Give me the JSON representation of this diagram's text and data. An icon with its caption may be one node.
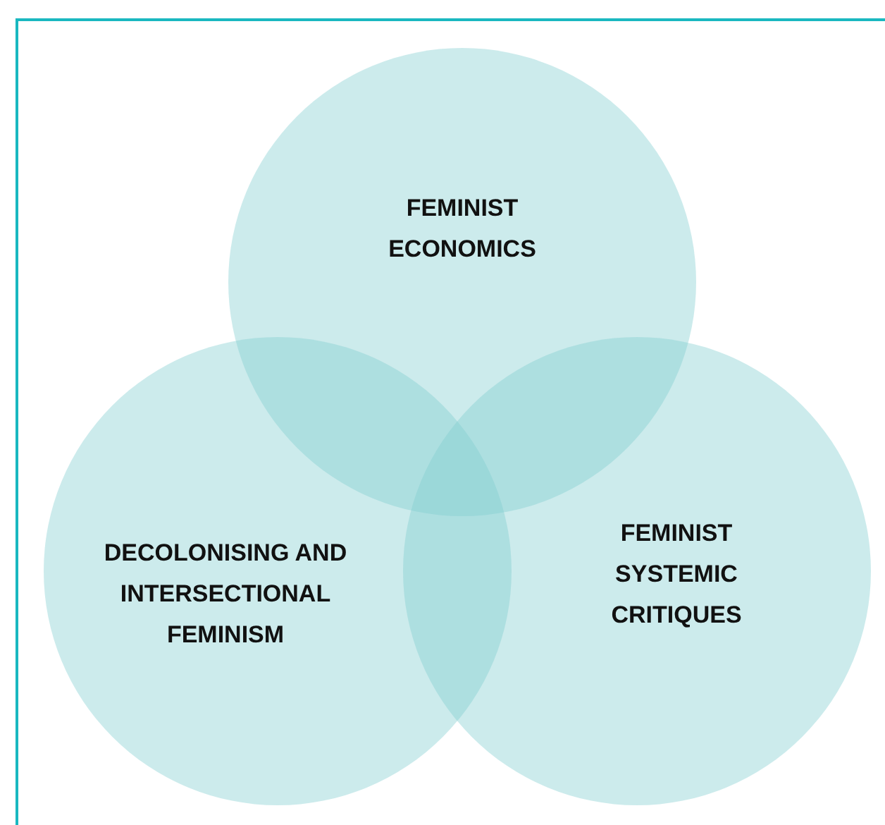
{
  "diagram": {
    "nodes": [
      {
        "text": [
          "FEMINIST ECONOMICS"
        ]
      },
      {
        "text": [
          "DECOLONISING AND INTERSECTIONAL FEMINISM"
        ]
      },
      {
        "text": [
          "FEMINIST SYSTEMIC CRITIQUES"
        ]
      }
    ]
  }
}
